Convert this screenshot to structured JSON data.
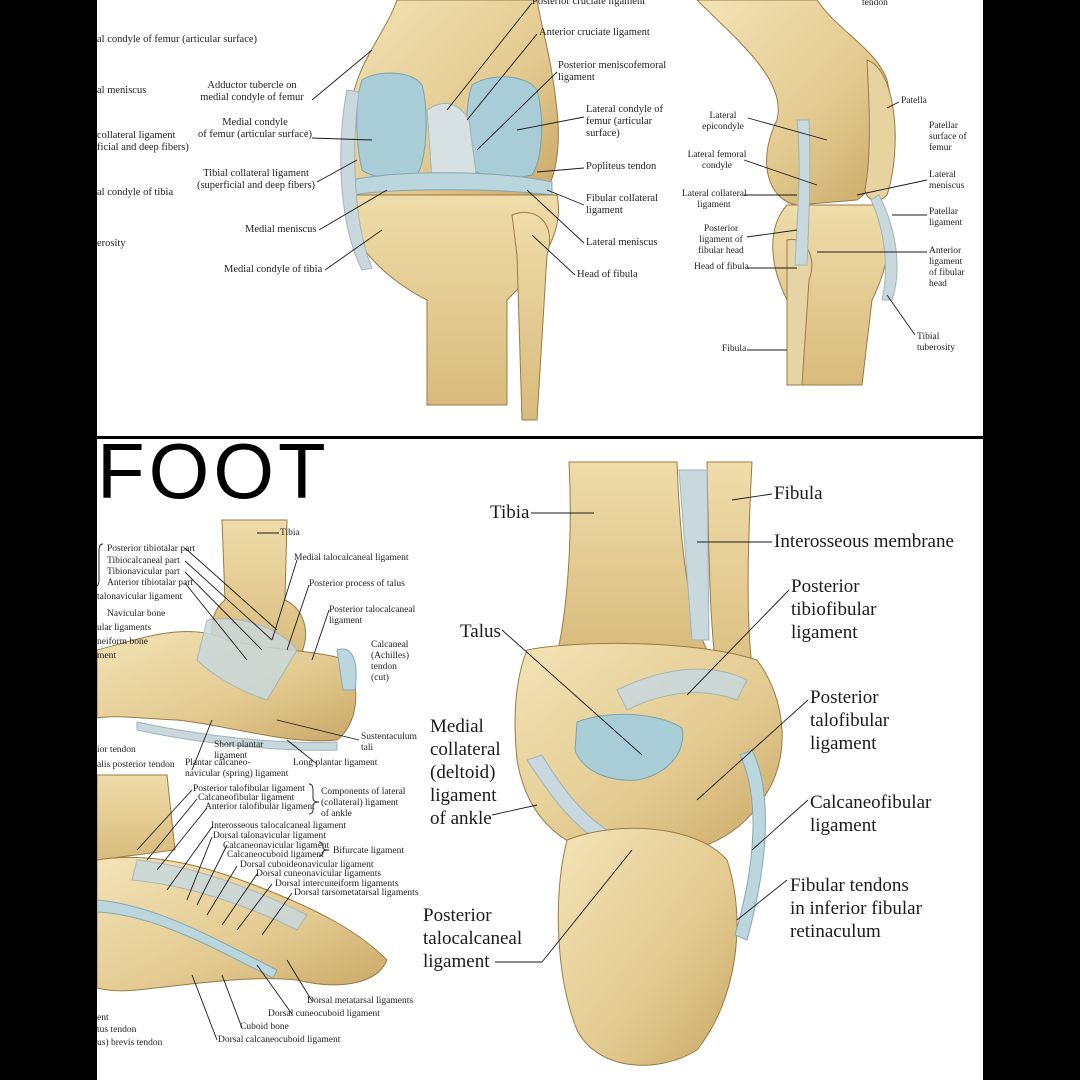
{
  "section_title": "FOOT",
  "knee_front": {
    "l1": "Posterior cruciate ligament",
    "l2": "Anterior cruciate ligament",
    "l3": "Posterior meniscofemoral",
    "l3b": "ligament",
    "l4": "Adductor tubercle on",
    "l4b": "medial condyle of femur",
    "l5": "Medial condyle",
    "l5b": "of femur (articular surface)",
    "l6": "Lateral condyle of",
    "l6b": "femur (articular",
    "l6c": "surface)",
    "l7": "Popliteus tendon",
    "l8": "Tibial collateral ligament",
    "l8b": "(superficial and deep fibers)",
    "l9": "Fibular collateral",
    "l9b": "ligament",
    "l10": "Medial meniscus",
    "l11": "Lateral meniscus",
    "l12": "Medial condyle of tibia",
    "l13": "Head of fibula",
    "cut1": "al condyle of femur (articular surface)",
    "cut2": "al meniscus",
    "cut3": "collateral ligament",
    "cut3b": "ficial and deep fibers)",
    "cut4": "al condyle of tibia",
    "cut5": "erosity"
  },
  "knee_side": {
    "tendon": "tendon",
    "patella": "Patella",
    "patellar_surface": [
      "Patellar",
      "surface of",
      "femur"
    ],
    "lateral_epicondyle": [
      "Lateral",
      "epicondyle"
    ],
    "lateral_femoral_condyle": [
      "Lateral femoral",
      "condyle"
    ],
    "lateral_meniscus": [
      "Lateral",
      "meniscus"
    ],
    "lateral_collateral": [
      "Lateral collateral",
      "ligament"
    ],
    "patellar_ligament": [
      "Patellar",
      "ligament"
    ],
    "posterior_fibular_head": [
      "Posterior",
      "ligament of",
      "fibular head"
    ],
    "head_of_fibula": "Head of fibula",
    "anterior_fibular_head": [
      "Anterior",
      "ligament",
      "of fibular",
      "head"
    ],
    "tibial_tuberosity": [
      "Tibial",
      "tuberosity"
    ],
    "fibula": "Fibula"
  },
  "foot_medial": {
    "tibia": "Tibia",
    "post_tibiotalar": "Posterior tibiotalar part",
    "tibiocalcaneal": "Tibiocalcaneal part",
    "tibionavicular": "Tibionavicular part",
    "ant_tibiotalar": "Anterior tibiotalar part",
    "talonavicular": "talonavicular ligament",
    "navicular": "Navicular bone",
    "cut_ligaments": "ular ligaments",
    "cuneiform": "neiform bone",
    "cut_ment": "ment",
    "medial_talocalcaneal": "Medial talocalcaneal ligament",
    "post_process_talus": "Posterior process of talus",
    "post_talocalcaneal": [
      "Posterior talocalcaneal",
      "ligament"
    ],
    "calcaneal_tendon": [
      "Calcaneal",
      "(Achilles)",
      "tendon",
      "(cut)"
    ],
    "sustentaculum": [
      "Sustentaculum",
      "tali"
    ],
    "short_plantar": [
      "Short plantar",
      "ligament"
    ],
    "plantar_calcaneonavicular": [
      "Plantar calcaneo-",
      "navicular (spring) ligament"
    ],
    "long_plantar": "Long plantar ligament",
    "cut_tendon": "ior tendon",
    "cut_posterior": "alis posterior tendon"
  },
  "foot_lateral": {
    "post_talofibular": "Posterior talofibular ligament",
    "calcaneofibular": "Calcaneofibular ligament",
    "ant_talofibular": "Anterior talofibular ligament",
    "components": [
      "Components of lateral",
      "(collateral) ligament",
      "of ankle"
    ],
    "interosseous": "Interosseous talocalcaneal ligament",
    "dorsal_talonavicular": "Dorsal talonavicular ligament",
    "calcaneonavicular": "Calcaneonavicular ligament",
    "calcaneocuboid": "Calcaneocuboid ligament",
    "bifurcate": "Bifurcate ligament",
    "dorsal_cuboideonavicular": "Dorsal cuboideonavicular ligament",
    "dorsal_cuneonavicular": "Dorsal cuneonavicular ligaments",
    "dorsal_intercuneiform": "Dorsal intercuneiform ligaments",
    "dorsal_tarsometatarsal": "Dorsal tarsometatarsal ligaments",
    "dorsal_metatarsal": "Dorsal metatarsal ligaments",
    "dorsal_cuneocuboid": "Dorsal cuneocuboid ligament",
    "cuboid": "Cuboid bone",
    "dorsal_calcaneocuboid": "Dorsal calcaneocuboid ligament",
    "cut_ent": "ent",
    "cut_tus": "tus tendon",
    "cut_brevis": "us) brevis tendon"
  },
  "ankle_posterior": {
    "fibula": "Fibula",
    "tibia": "Tibia",
    "interosseous": "Interosseous membrane",
    "post_tibiofibular": [
      "Posterior",
      "tibiofibular",
      "ligament"
    ],
    "talus": "Talus",
    "post_talofibular": [
      "Posterior",
      "talofibular",
      "ligament"
    ],
    "medial_collateral": [
      "Medial",
      "collateral",
      "(deltoid)",
      "ligament",
      "of ankle"
    ],
    "calcaneofibular": [
      "Calcaneofibular",
      "ligament"
    ],
    "fibular_tendons": [
      "Fibular tendons",
      "in inferior fibular",
      "retinaculum"
    ],
    "post_talocalcaneal": [
      "Posterior",
      "talocalcaneal",
      "ligament"
    ]
  },
  "colors": {
    "bone": "#e8d3a0",
    "cartilage": "#a9cdd6",
    "ligament": "#c9d8dc"
  }
}
